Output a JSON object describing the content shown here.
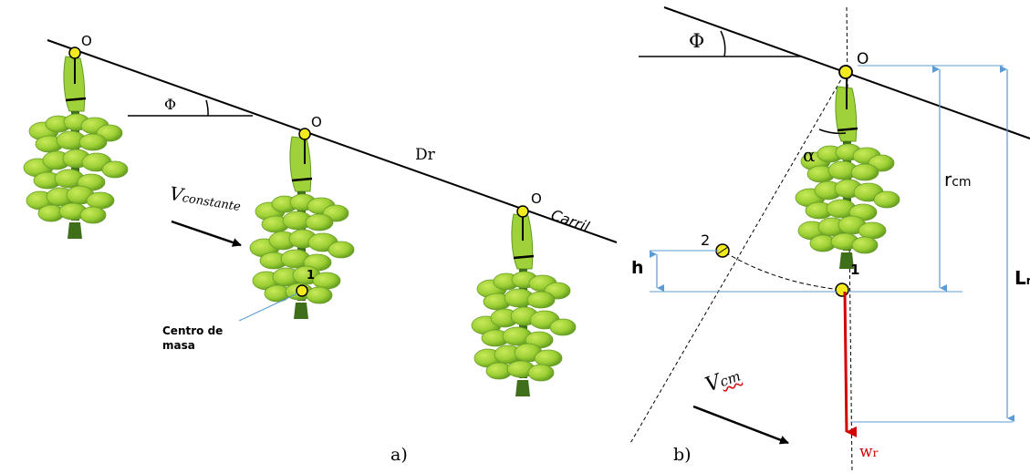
{
  "panel_a": {
    "pivot_label": "O",
    "angle_label": "Φ",
    "distance_label": "Dr",
    "velocity_label": "V",
    "velocity_sub": "constante",
    "rail_label": "Carril",
    "point_label": "1",
    "cm_label_line1": "Centro de",
    "cm_label_line2": "masa",
    "caption": "a)"
  },
  "panel_b": {
    "pivot_label": "O",
    "angle_label": "Φ",
    "alpha_label": "α",
    "point1_label": "1",
    "point2_label": "2",
    "height_label": "h",
    "rcm_label": "r",
    "rcm_sub": "cm",
    "length_label": "L",
    "length_sub": "r",
    "velocity_label": "V",
    "velocity_sub": "cm",
    "weight_label": "w",
    "weight_sub": "r",
    "caption": "b)"
  },
  "colors": {
    "line": "#000000",
    "dim": "#5b9bd5",
    "weight": "#d40000",
    "joint_fill": "#f2ea1d",
    "banana_light": "#a9d63a",
    "banana_dark": "#5f9a1e",
    "stem": "#3f6f1a"
  }
}
